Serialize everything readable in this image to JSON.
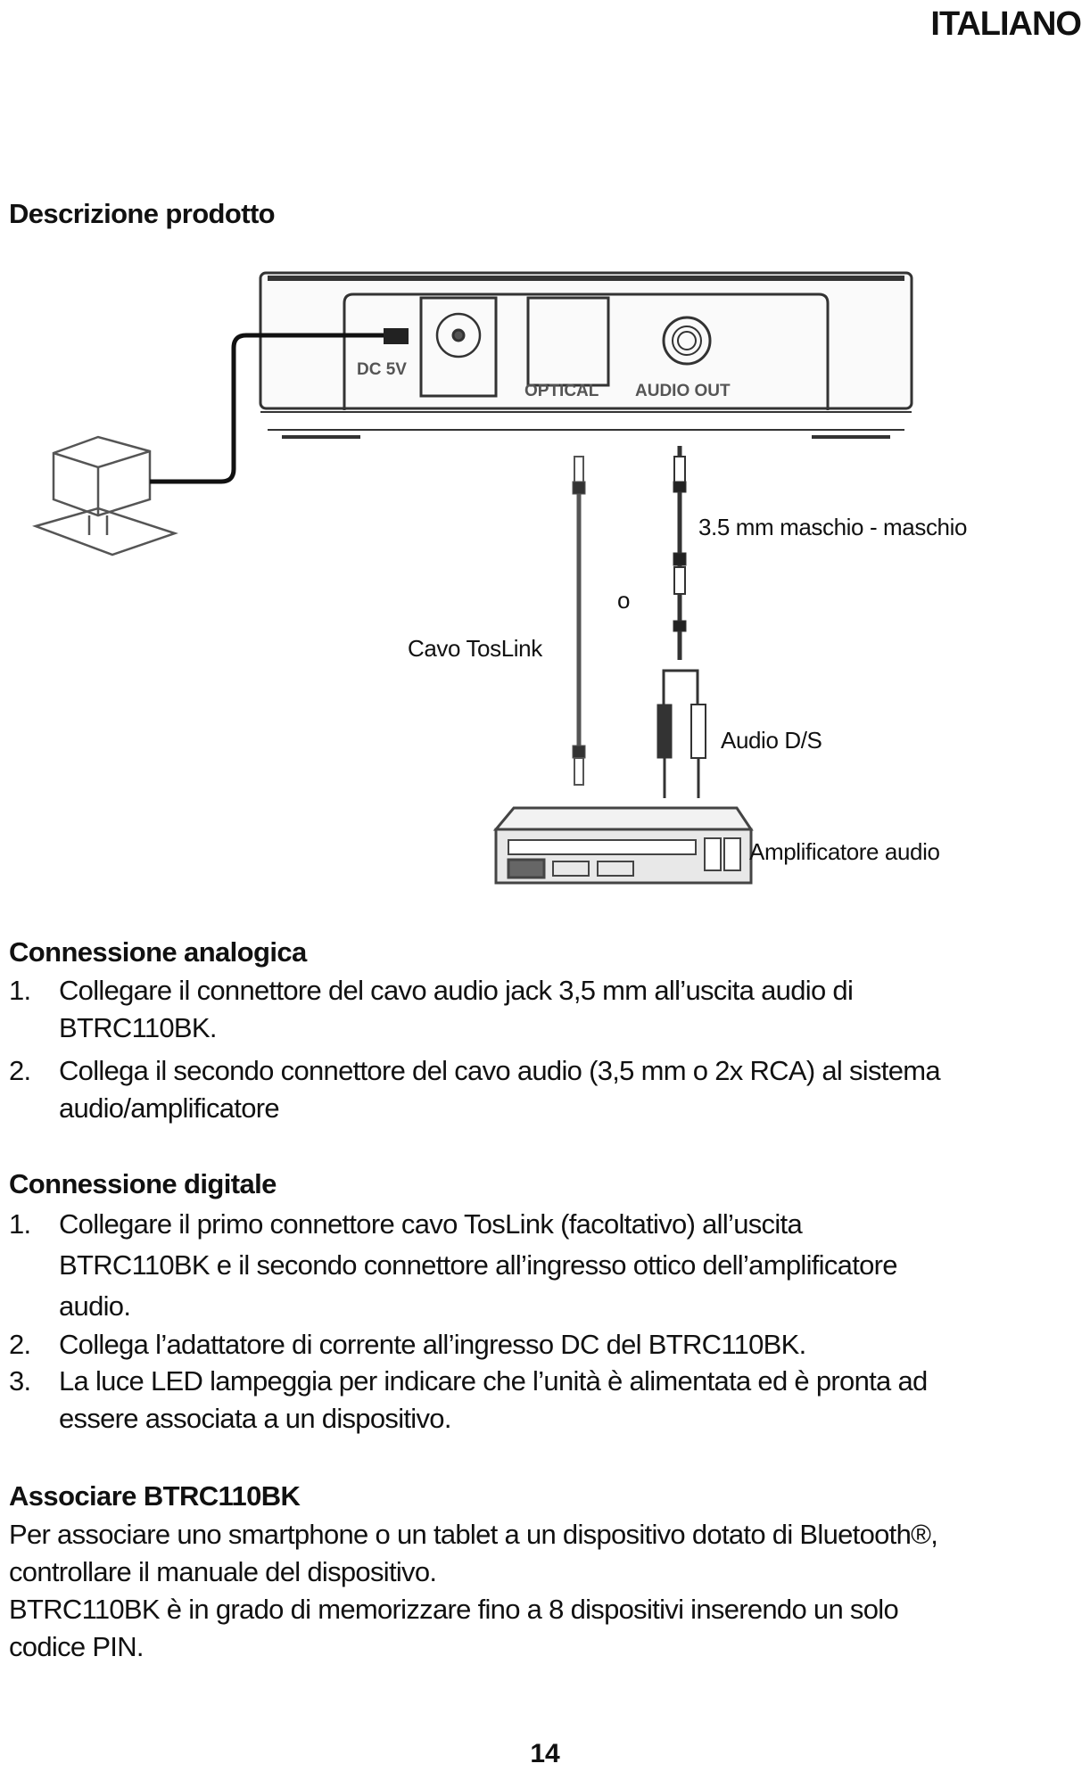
{
  "header": {
    "language": "ITALIANO"
  },
  "product_description": {
    "heading": "Descrizione prodotto",
    "diagram": {
      "device_labels": {
        "dc": "DC 5V",
        "optical": "OPTICAL",
        "audio_out": "AUDIO OUT"
      },
      "labels": {
        "jack_cable": "3.5 mm maschio - maschio",
        "or": "o",
        "toslink": "Cavo TosLink",
        "audio_lr": "Audio D/S",
        "amplifier": "Amplificatore audio"
      }
    }
  },
  "analog": {
    "heading": "Connessione analogica",
    "steps": [
      {
        "num": "1.",
        "lines": [
          "Collegare il connettore del cavo audio jack 3,5 mm all’uscita audio di",
          "BTRC110BK."
        ]
      },
      {
        "num": "2.",
        "lines": [
          "Collega il secondo connettore del cavo audio (3,5 mm o 2x RCA) al sistema",
          "audio/amplificatore"
        ]
      }
    ]
  },
  "digital": {
    "heading": "Connessione digitale",
    "steps": [
      {
        "num": "1.",
        "lines": [
          "Collegare il primo connettore cavo TosLink (facoltativo) all’uscita",
          "BTRC110BK e il secondo connettore all’ingresso ottico dell’amplificatore",
          "audio."
        ]
      },
      {
        "num": "2.",
        "lines": [
          "Collega l’adattatore di corrente all’ingresso DC del BTRC110BK."
        ]
      },
      {
        "num": "3.",
        "lines": [
          "La luce LED lampeggia per indicare che l’unità è alimentata ed è pronta ad",
          "essere associata a un dispositivo."
        ]
      }
    ]
  },
  "pairing": {
    "heading": "Associare BTRC110BK",
    "lines": [
      "Per associare uno smartphone o un tablet a un dispositivo dotato di Bluetooth®,",
      "controllare il manuale del dispositivo.",
      "BTRC110BK è in grado di memorizzare fino a 8 dispositivi inserendo un solo",
      "codice PIN."
    ]
  },
  "footer": {
    "page_number": "14"
  }
}
